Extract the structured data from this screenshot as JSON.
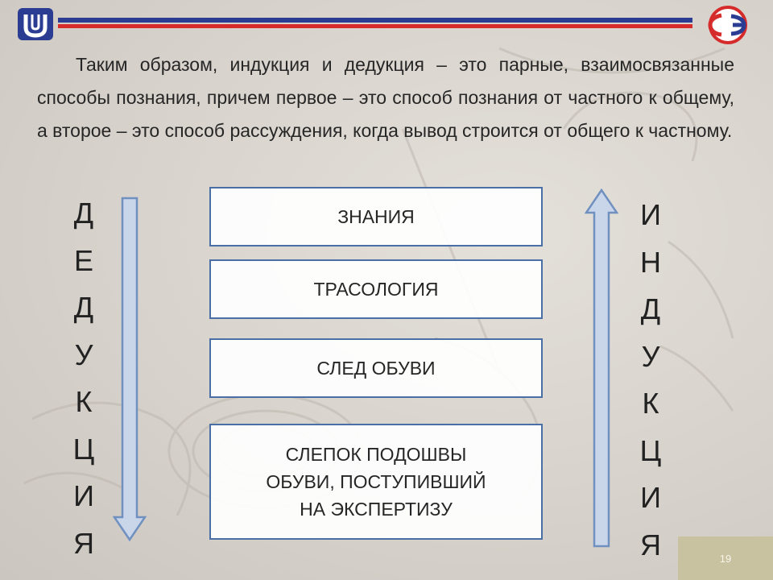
{
  "intro_text": "Таким образом, индукция и дедукция – это парные, взаимосвязанные способы познания, причем первое – это способ познания от частного к общему, а второе – это способ рассуждения, когда вывод строится от общего к частному.",
  "left_label_letters": [
    "Д",
    "Е",
    "Д",
    "У",
    "К",
    "Ц",
    "И",
    "Я"
  ],
  "right_label_letters": [
    "И",
    "Н",
    "Д",
    "У",
    "К",
    "Ц",
    "И",
    "Я"
  ],
  "boxes": [
    "ЗНАНИЯ",
    "ТРАСОЛОГИЯ",
    "СЛЕД ОБУВИ",
    "СЛЕПОК ПОДОШВЫ\nОБУВИ, ПОСТУПИВШИЙ\nНА ЭКСПЕРТИЗУ"
  ],
  "page_number": "19",
  "colors": {
    "header_blue": "#2a3d92",
    "header_red": "#d52b2b",
    "box_border": "#4a6fa5",
    "arrow_fill": "#c9d6ea",
    "arrow_stroke": "#7090c0"
  },
  "icons": {
    "left_logo": "university-emblem-icon",
    "right_logo": "circular-se-emblem-icon"
  }
}
